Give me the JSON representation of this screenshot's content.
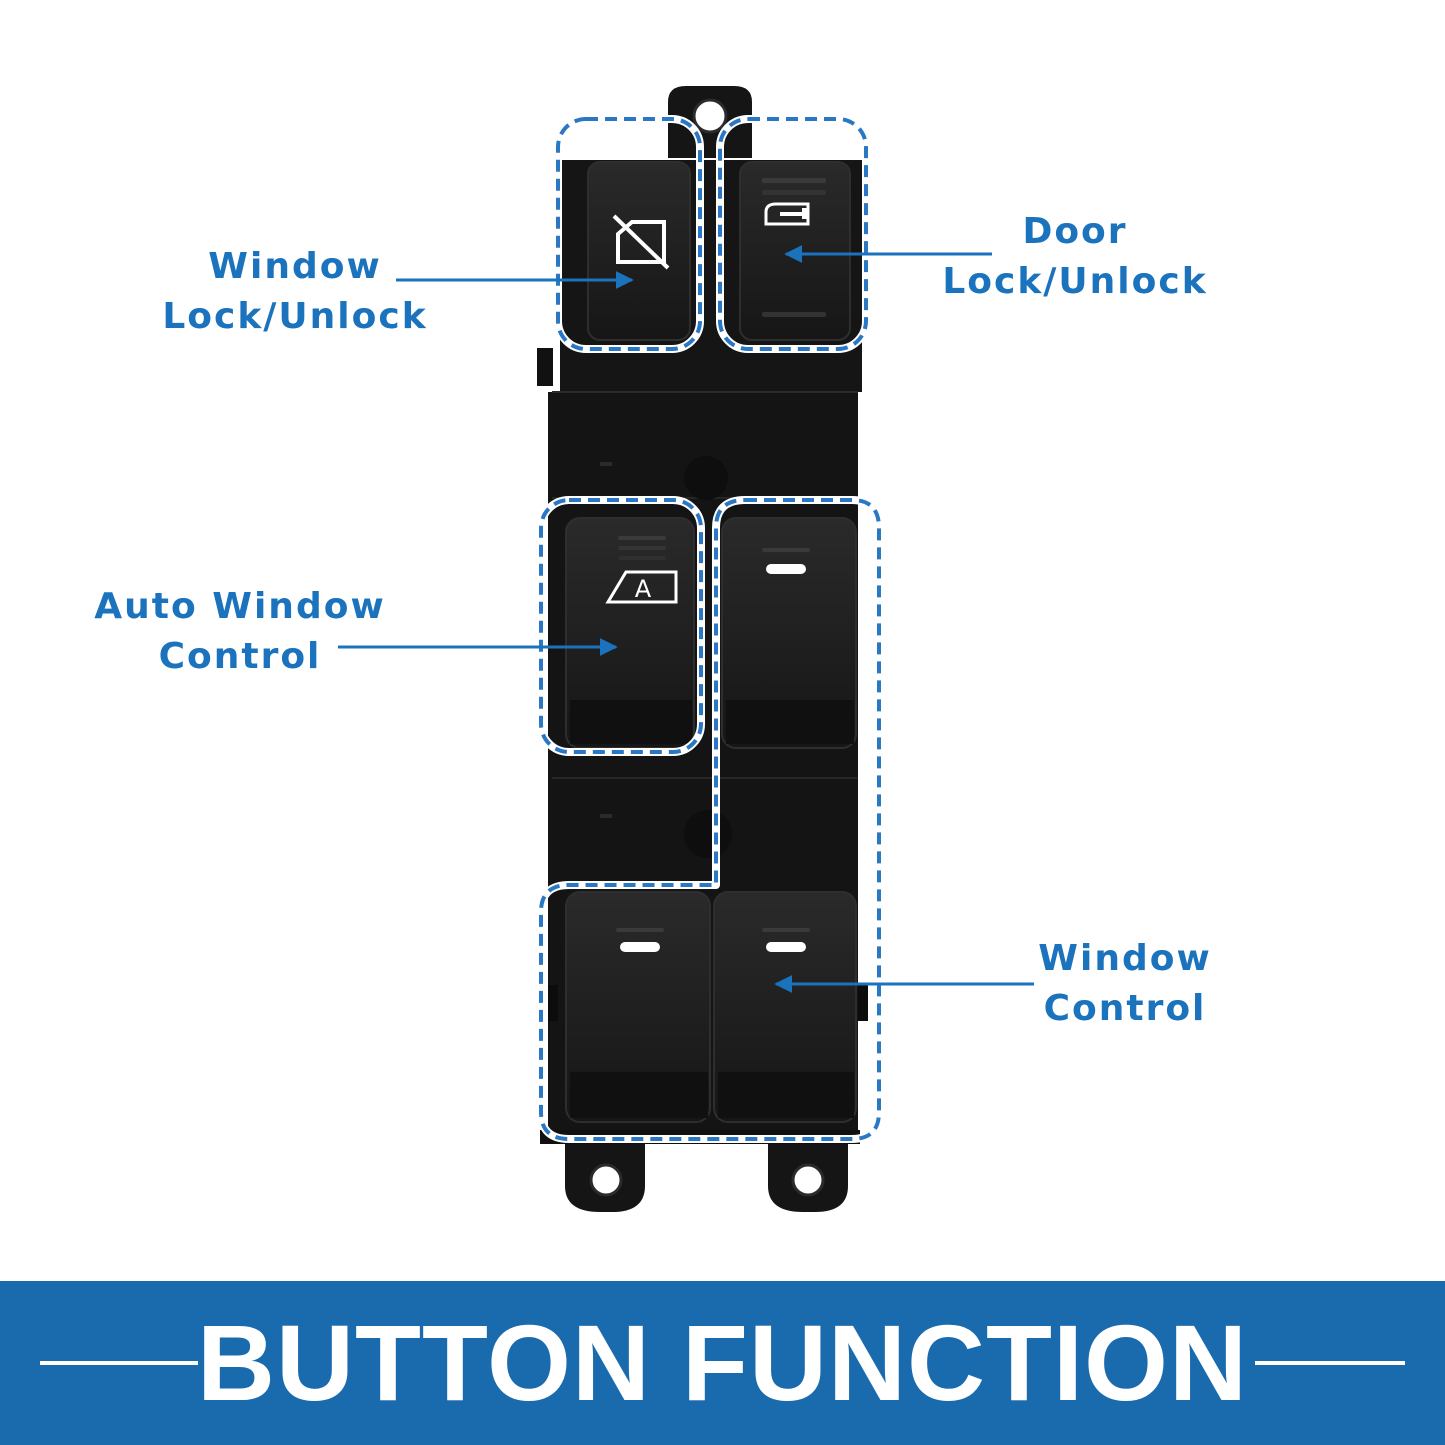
{
  "labels": {
    "window_lock": {
      "line1": "Window",
      "line2": "Lock/Unlock"
    },
    "door_lock": {
      "line1": "Door",
      "line2": "Lock/Unlock"
    },
    "auto_window": {
      "line1": "Auto Window",
      "line2": "Control"
    },
    "window_control": {
      "line1": "Window",
      "line2": "Control"
    }
  },
  "banner": {
    "title": "BUTTON FUNCTION"
  },
  "colors": {
    "accent": "#1b73bd",
    "banner": "#1a6aae",
    "switch_body": "#141414",
    "button": "#1e1e1e",
    "dash_outline": "#2a78c4"
  },
  "icons": [
    "window-lock-icon",
    "door-lock-icon",
    "auto-window-icon",
    "window-indicator-icon"
  ]
}
